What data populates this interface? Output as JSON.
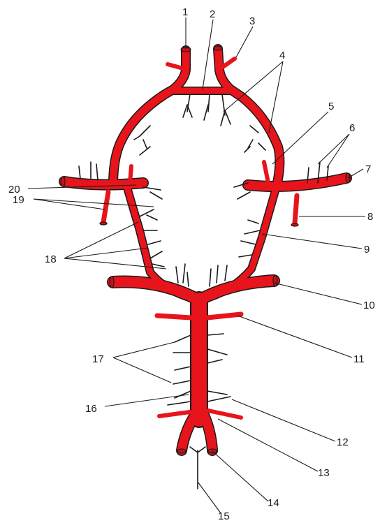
{
  "diagram": {
    "vessel_color": "#e8141b",
    "labels": [
      "1",
      "2",
      "3",
      "4",
      "5",
      "6",
      "7",
      "8",
      "9",
      "10",
      "11",
      "12",
      "13",
      "14",
      "15",
      "16",
      "17",
      "18",
      "19",
      "20"
    ]
  }
}
